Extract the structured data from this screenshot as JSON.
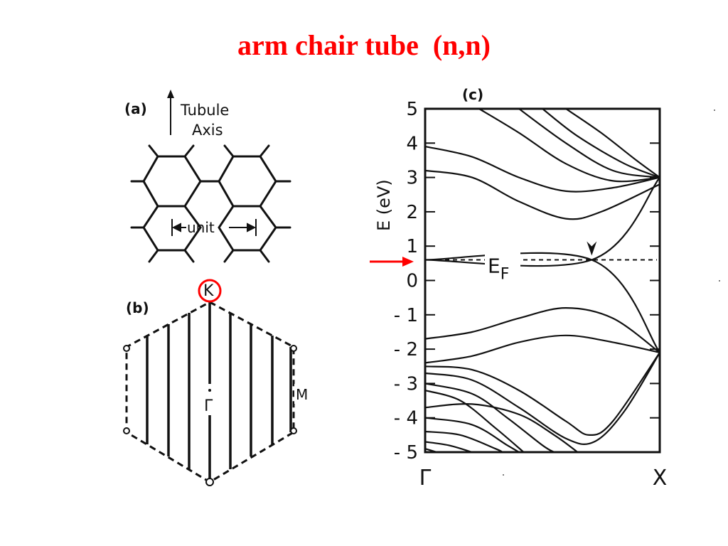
{
  "slide": {
    "title": "arm chair tube  (n,n)",
    "accent_color": "#ff0000"
  },
  "panel_a": {
    "label": "(a)",
    "axis_line1": "Tubule",
    "axis_line2": "Axis",
    "unit_label": "unit",
    "arrow_icon": "up-arrow-icon"
  },
  "panel_b": {
    "label": "(b)",
    "point_k": "K",
    "point_gamma": "Γ",
    "point_m": "M",
    "highlight": "circle around K"
  },
  "panel_c": {
    "label": "(c)",
    "fermi_label": "E",
    "fermi_sub": "F",
    "fermi_energy": 0.6
  },
  "chart_data": {
    "type": "line",
    "title": "(c)",
    "xlabel": "",
    "ylabel": "E (eV)",
    "ylim": [
      -5,
      5
    ],
    "xlim": [
      0,
      1
    ],
    "x_tick_labels": [
      "Γ",
      "X"
    ],
    "y_ticks": [
      5,
      4,
      3,
      2,
      1,
      0,
      -1,
      -2,
      -3,
      -4,
      -5
    ],
    "y_tick_labels": [
      "5",
      "4",
      "3",
      "2",
      "1",
      "0",
      "- 1",
      "- 2",
      "- 3",
      "- 4",
      "- 5"
    ],
    "grid": false,
    "reference_line": {
      "y": 0.6,
      "style": "dashed",
      "label": "E_F"
    },
    "series": [
      {
        "points": [
          [
            0,
            0.6
          ],
          [
            0.71,
            0.6
          ],
          [
            1,
            3.0
          ]
        ]
      },
      {
        "points": [
          [
            0,
            0.6
          ],
          [
            0.71,
            0.6
          ],
          [
            1,
            -2.1
          ]
        ]
      },
      {
        "points": [
          [
            0,
            3.2
          ],
          [
            0.2,
            3.0
          ],
          [
            0.4,
            2.3
          ],
          [
            0.6,
            1.8
          ],
          [
            0.75,
            2.0
          ],
          [
            1,
            2.8
          ]
        ]
      },
      {
        "points": [
          [
            0,
            3.9
          ],
          [
            0.2,
            3.6
          ],
          [
            0.4,
            3.0
          ],
          [
            0.6,
            2.6
          ],
          [
            0.8,
            2.7
          ],
          [
            1,
            3.0
          ]
        ]
      },
      {
        "points": [
          [
            0.23,
            5.0
          ],
          [
            0.4,
            4.3
          ],
          [
            0.6,
            3.4
          ],
          [
            0.8,
            2.9
          ],
          [
            1,
            3.0
          ]
        ]
      },
      {
        "points": [
          [
            0.4,
            5.0
          ],
          [
            0.6,
            4.0
          ],
          [
            0.8,
            3.2
          ],
          [
            1,
            3.0
          ]
        ]
      },
      {
        "points": [
          [
            0.5,
            5.0
          ],
          [
            0.65,
            4.2
          ],
          [
            0.85,
            3.4
          ],
          [
            1,
            3.0
          ]
        ]
      },
      {
        "points": [
          [
            0.6,
            5.0
          ],
          [
            0.75,
            4.3
          ],
          [
            0.9,
            3.5
          ],
          [
            1,
            3.0
          ]
        ]
      },
      {
        "points": [
          [
            0,
            -1.7
          ],
          [
            0.2,
            -1.5
          ],
          [
            0.4,
            -1.1
          ],
          [
            0.6,
            -0.8
          ],
          [
            0.8,
            -1.1
          ],
          [
            1,
            -2.1
          ]
        ]
      },
      {
        "points": [
          [
            0,
            -2.4
          ],
          [
            0.2,
            -2.2
          ],
          [
            0.4,
            -1.8
          ],
          [
            0.6,
            -1.6
          ],
          [
            0.8,
            -1.8
          ],
          [
            1,
            -2.1
          ]
        ]
      },
      {
        "points": [
          [
            0,
            -2.5
          ],
          [
            0.2,
            -2.6
          ],
          [
            0.4,
            -3.2
          ],
          [
            0.6,
            -4.1
          ],
          [
            0.7,
            -4.5
          ],
          [
            0.8,
            -4.1
          ],
          [
            1,
            -2.1
          ]
        ]
      },
      {
        "points": [
          [
            0,
            -2.7
          ],
          [
            0.2,
            -2.9
          ],
          [
            0.4,
            -3.7
          ],
          [
            0.6,
            -4.6
          ],
          [
            0.72,
            -4.7
          ],
          [
            0.85,
            -3.8
          ],
          [
            1,
            -2.1
          ]
        ]
      },
      {
        "points": [
          [
            0,
            -3.0
          ],
          [
            0.2,
            -3.3
          ],
          [
            0.35,
            -4.0
          ],
          [
            0.5,
            -4.8
          ],
          [
            0.55,
            -5.0
          ]
        ]
      },
      {
        "points": [
          [
            0,
            -3.2
          ],
          [
            0.15,
            -3.5
          ],
          [
            0.3,
            -4.3
          ],
          [
            0.42,
            -5.0
          ]
        ]
      },
      {
        "points": [
          [
            0,
            -3.7
          ],
          [
            0.2,
            -3.6
          ],
          [
            0.4,
            -3.9
          ],
          [
            0.55,
            -4.5
          ],
          [
            0.65,
            -5.0
          ]
        ]
      },
      {
        "points": [
          [
            0,
            -4.0
          ],
          [
            0.2,
            -4.2
          ],
          [
            0.35,
            -4.8
          ],
          [
            0.4,
            -5.0
          ]
        ]
      },
      {
        "points": [
          [
            0,
            -4.4
          ],
          [
            0.15,
            -4.5
          ],
          [
            0.3,
            -4.9
          ],
          [
            0.33,
            -5.0
          ]
        ]
      },
      {
        "points": [
          [
            0,
            -4.7
          ],
          [
            0.1,
            -4.8
          ],
          [
            0.2,
            -5.0
          ]
        ]
      },
      {
        "points": [
          [
            0,
            -4.9
          ],
          [
            0.05,
            -5.0
          ]
        ]
      }
    ]
  }
}
